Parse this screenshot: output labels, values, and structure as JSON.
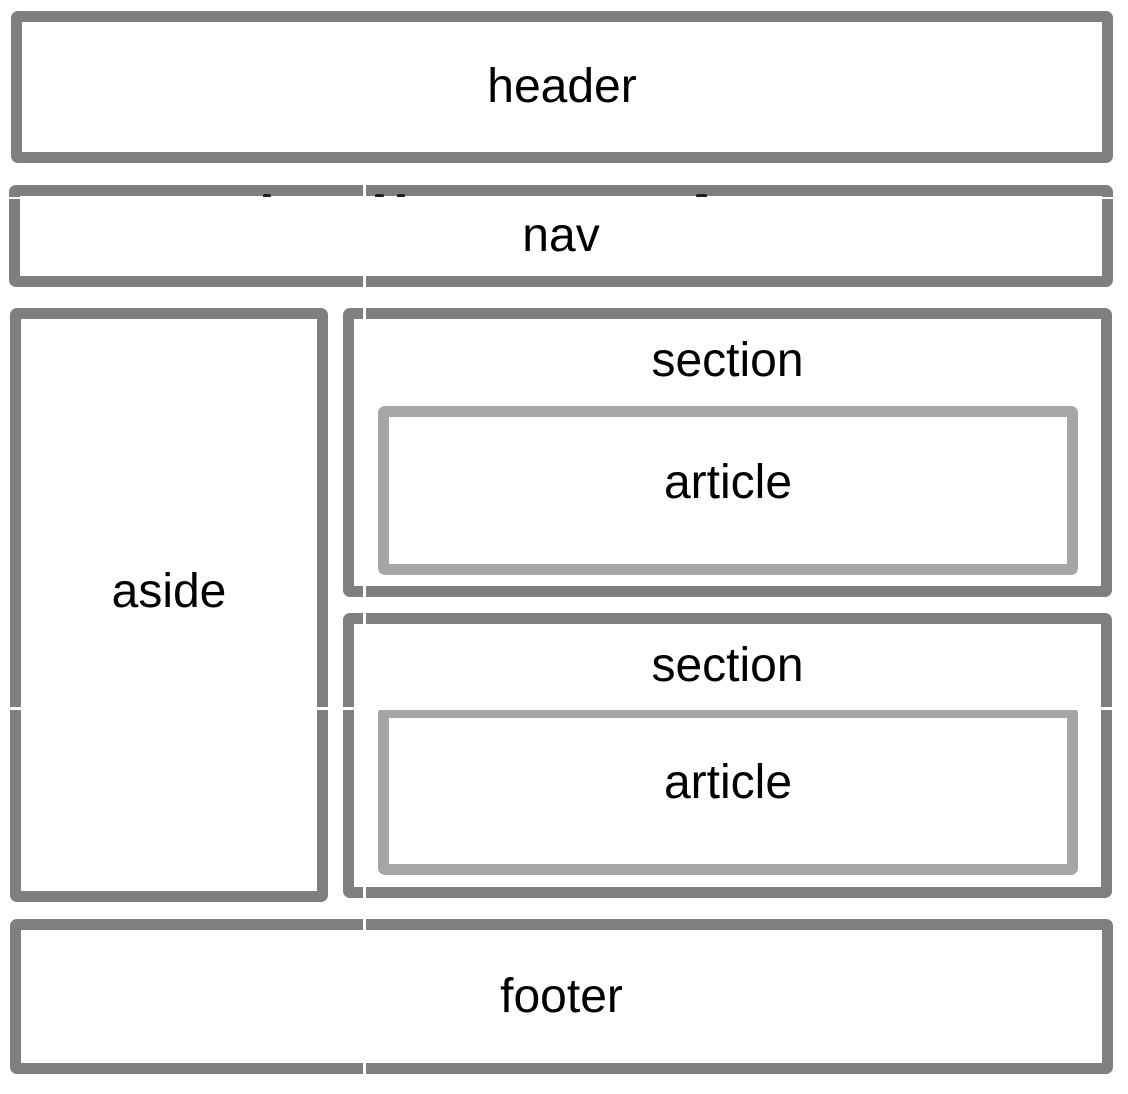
{
  "diagram": {
    "description": "HTML5 semantic page layout diagram",
    "boxes": {
      "header": {
        "label": "header"
      },
      "nav": {
        "label": "nav"
      },
      "aside": {
        "label": "aside"
      },
      "section1": {
        "label": "section"
      },
      "article1": {
        "label": "article"
      },
      "section2": {
        "label": "section"
      },
      "article2": {
        "label": "article"
      },
      "footer": {
        "label": "footer"
      }
    },
    "colors": {
      "box_border": "#7f7f7f",
      "article_border": "#a6a6a6",
      "label_text": "#000000",
      "background": "#ffffff"
    }
  }
}
